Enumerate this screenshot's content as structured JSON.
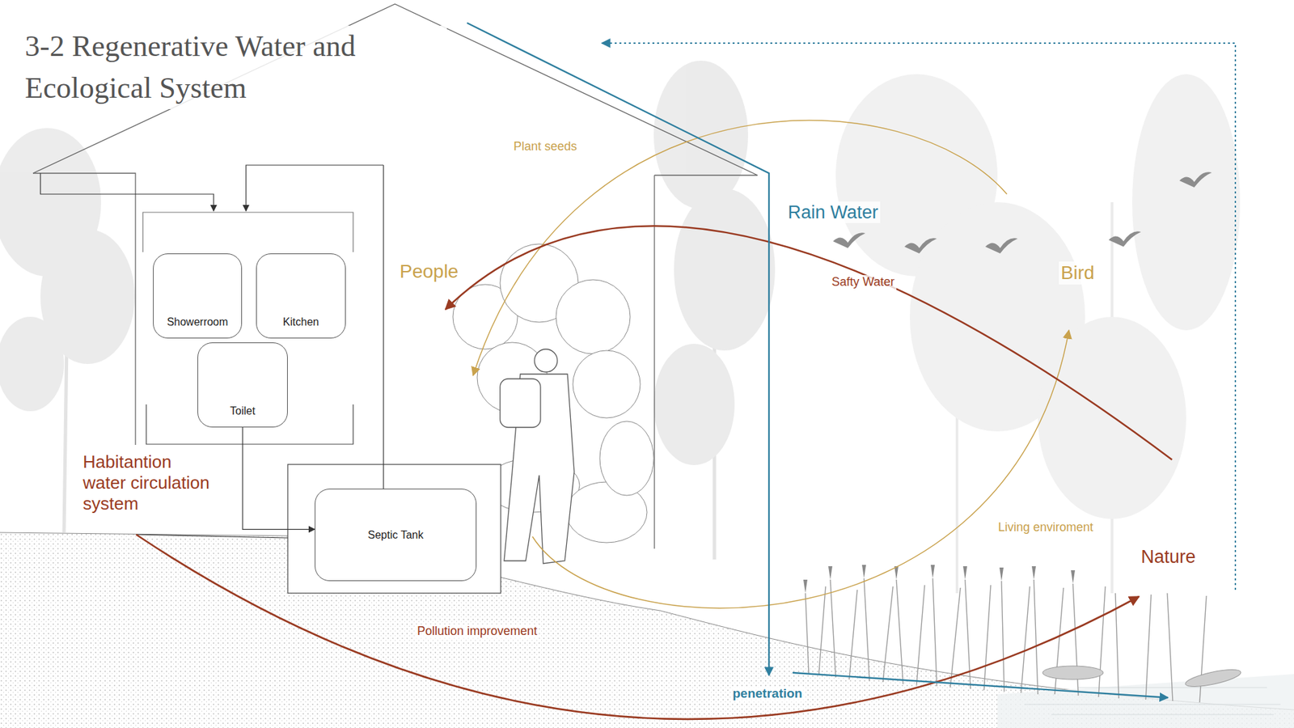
{
  "diagram": {
    "title": "3-2 Regenerative Water and Ecological System",
    "nodes": [
      {
        "text": [
          "Showerroom"
        ]
      },
      {
        "text": [
          "Kitchen"
        ]
      },
      {
        "text": [
          "Toilet"
        ]
      },
      {
        "text": [
          "Septic Tank"
        ]
      }
    ],
    "edges": [
      {
        "from": 2,
        "to": 3,
        "arrow": "to"
      }
    ],
    "labels": [
      "Plant seeds",
      "People",
      "Rain Water",
      "Safty Water",
      "Bird",
      "Habitantion water circulation system",
      "Living enviroment",
      "Nature",
      "Pollution improvement",
      "penetration"
    ]
  }
}
